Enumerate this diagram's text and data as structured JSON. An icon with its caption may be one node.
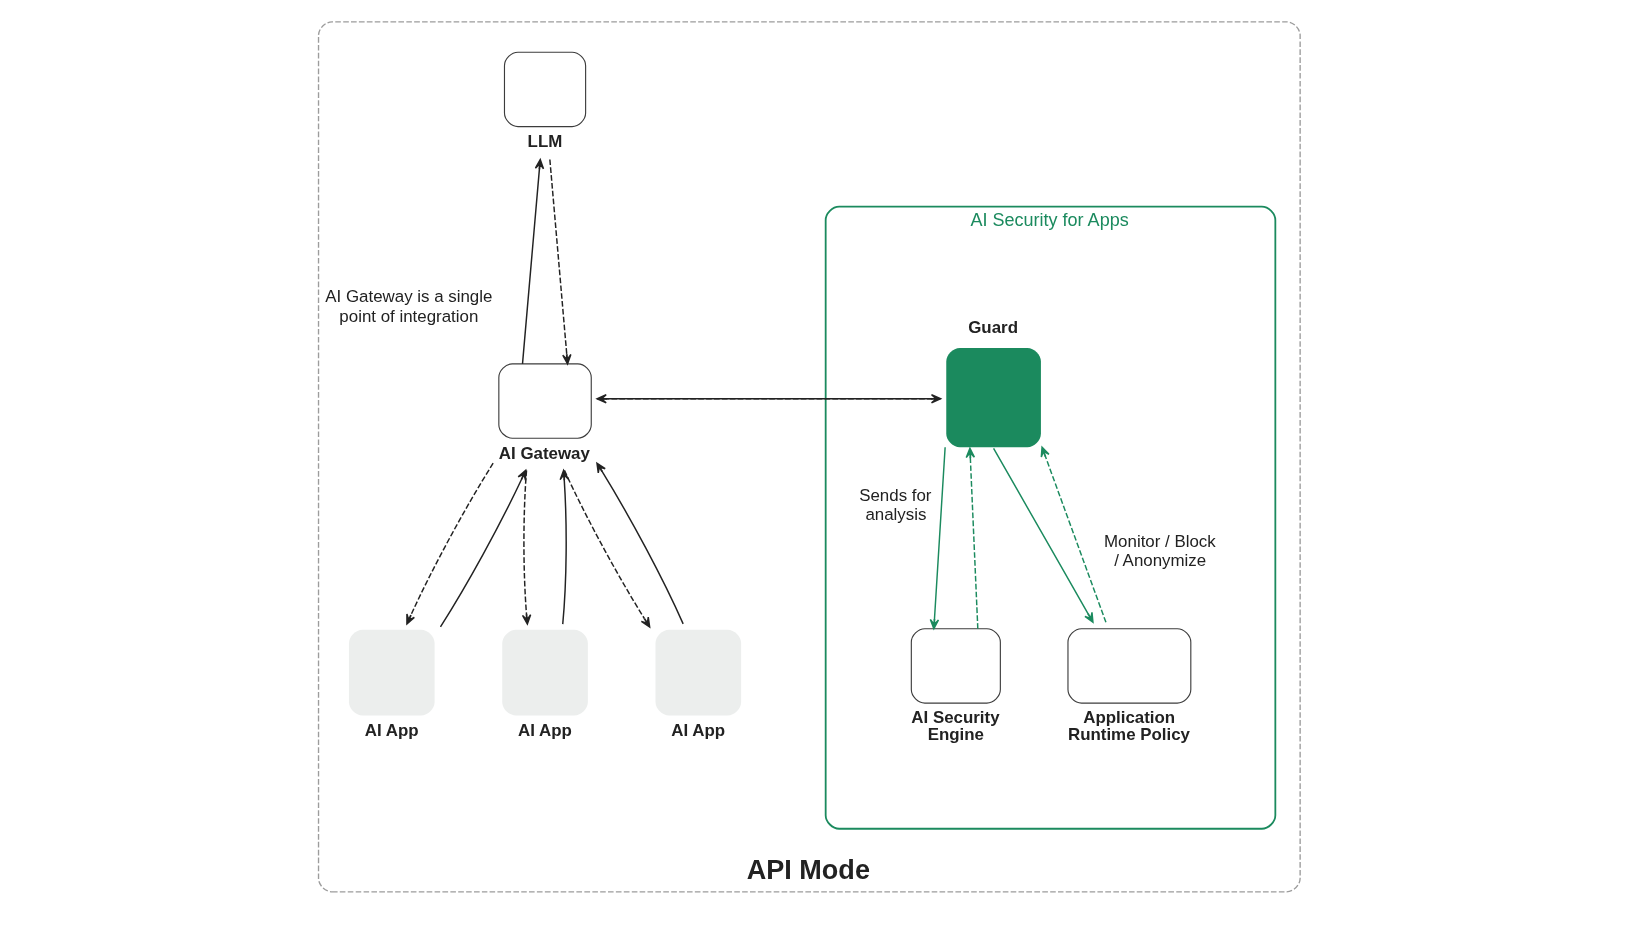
{
  "diagram": {
    "nodes": [
      {
        "text": [
          "API Mode"
        ]
      },
      {
        "text": [
          "LLM"
        ],
        "in": 0
      },
      {
        "text": [
          "AI Gateway"
        ],
        "in": 0,
        "beside": [
          "AI Gateway is a single point of integration"
        ]
      },
      {
        "text": [
          "AI Security for Apps"
        ],
        "in": 0
      },
      {
        "text": [
          "Guard"
        ],
        "in": 3
      },
      {
        "text": [
          "AI App"
        ],
        "in": 0
      },
      {
        "text": [
          "AI App"
        ],
        "in": 0
      },
      {
        "text": [
          "AI App"
        ],
        "in": 0
      },
      {
        "text": [
          "AI Security Engine"
        ],
        "in": 3
      },
      {
        "text": [
          "Application Runtime Policy"
        ],
        "in": 3
      }
    ],
    "edges": [
      {
        "from": 2,
        "to": 1,
        "arrow": "to"
      },
      {
        "from": 1,
        "to": 2,
        "arrow": "to",
        "style": "dashed"
      },
      {
        "from": 2,
        "to": 4,
        "arrow": "to"
      },
      {
        "from": 4,
        "to": 2,
        "arrow": "to",
        "style": "dashed"
      },
      {
        "from": 5,
        "to": 2,
        "arrow": "to"
      },
      {
        "from": 2,
        "to": 5,
        "arrow": "to",
        "style": "dashed"
      },
      {
        "from": 6,
        "to": 2,
        "arrow": "to"
      },
      {
        "from": 2,
        "to": 6,
        "arrow": "to",
        "style": "dashed"
      },
      {
        "from": 7,
        "to": 2,
        "arrow": "to"
      },
      {
        "from": 2,
        "to": 7,
        "arrow": "to",
        "style": "dashed"
      },
      {
        "from": 4,
        "to": 8,
        "arrow": "to",
        "label": "Sends for analysis",
        "color": "#1b8a5e"
      },
      {
        "from": 8,
        "to": 4,
        "arrow": "to",
        "style": "dashed",
        "color": "#1b8a5e"
      },
      {
        "from": 4,
        "to": 9,
        "arrow": "to",
        "color": "#1b8a5e"
      },
      {
        "from": 9,
        "to": 4,
        "arrow": "to",
        "style": "dashed",
        "color": "#1b8a5e",
        "label": "Monitor / Block / Anonymize"
      }
    ]
  }
}
